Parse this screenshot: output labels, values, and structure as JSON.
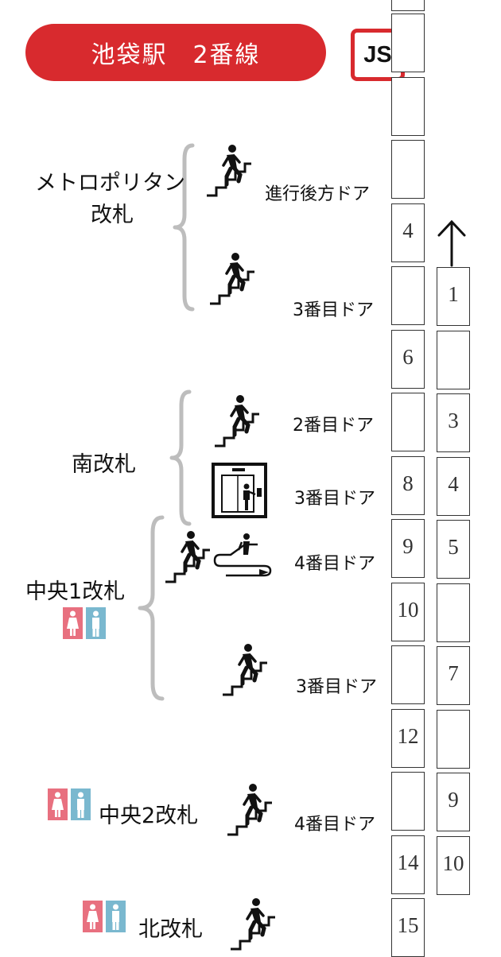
{
  "title": "池袋駅　2番線",
  "badge": "JS",
  "colors": {
    "brand_red": "#d82a2e",
    "brace_gray": "#bdbdbd",
    "toilet_female": "#e8707f",
    "toilet_male": "#7ab8cf"
  },
  "gates": {
    "metropolitan_line1": "メトロポリタン",
    "metropolitan_line2": "改札",
    "south": "南改札",
    "central1": "中央1改札",
    "central2": "中央2改札",
    "north": "北改札"
  },
  "doors": {
    "d1": "進行後方ドア",
    "d2": "3番目ドア",
    "d3": "2番目ドア",
    "d4": "3番目ドア",
    "d5": "4番目ドア",
    "d6": "3番目ドア",
    "d7": "4番目ドア"
  },
  "train_a": [
    "",
    "",
    "",
    "4",
    "",
    "6",
    "",
    "8",
    "9",
    "10",
    "",
    "12",
    "",
    "14",
    "15"
  ],
  "train_b": [
    "1",
    "",
    "3",
    "4",
    "5",
    "",
    "7",
    "",
    "9",
    "10"
  ],
  "icons": {
    "stairs_up": "person-climbing-stairs-icon",
    "elevator": "elevator-icon",
    "escalator": "escalator-icon",
    "toilet": "restroom-icon",
    "direction": "arrow-up-icon"
  }
}
